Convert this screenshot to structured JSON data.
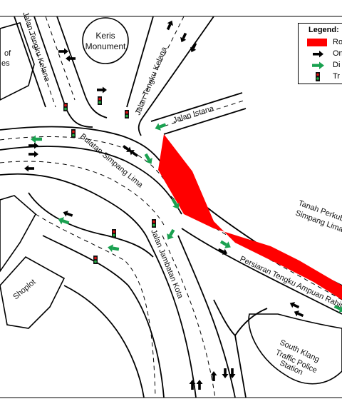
{
  "labels": {
    "jalan_tengku_kelana_left": "Jalan Tengku Kelana",
    "jalan_tengku_kelana_right": "Jalan Tengku Kelana",
    "keris_monument_line1": "Keris",
    "keris_monument_line2": "Monument",
    "jalan_istana": "Jalan Istana",
    "bulatan_simpang_lima": "Bulatan Simpang Lima",
    "jalan_jambatan_kota": "Jalan Jambatan Kota",
    "persiaran": "Persiaran Tengku Ampuan Rahimah",
    "tanah_line1": "Tanah Perkuburan",
    "tanah_line2": "Simpang Lima",
    "shoplot": "Shoplot",
    "partial_left_line1": "of",
    "partial_left_line2": "es",
    "police_line1": "South Klang",
    "police_line2": "Traffic Police",
    "police_line3": "Station"
  },
  "legend": {
    "title": "Legend:",
    "items": [
      {
        "label": "Ro",
        "swatch": "red-block"
      },
      {
        "label": "On",
        "swatch": "black-arrow"
      },
      {
        "label": "Di",
        "swatch": "green-arrow"
      },
      {
        "label": "Tr",
        "swatch": "traffic-light"
      }
    ]
  },
  "colors": {
    "highlight_red": "#ff0000",
    "arrow_black": "#000000",
    "arrow_green": "#1aa150",
    "light_red": "#e01010",
    "light_green": "#20b040"
  }
}
